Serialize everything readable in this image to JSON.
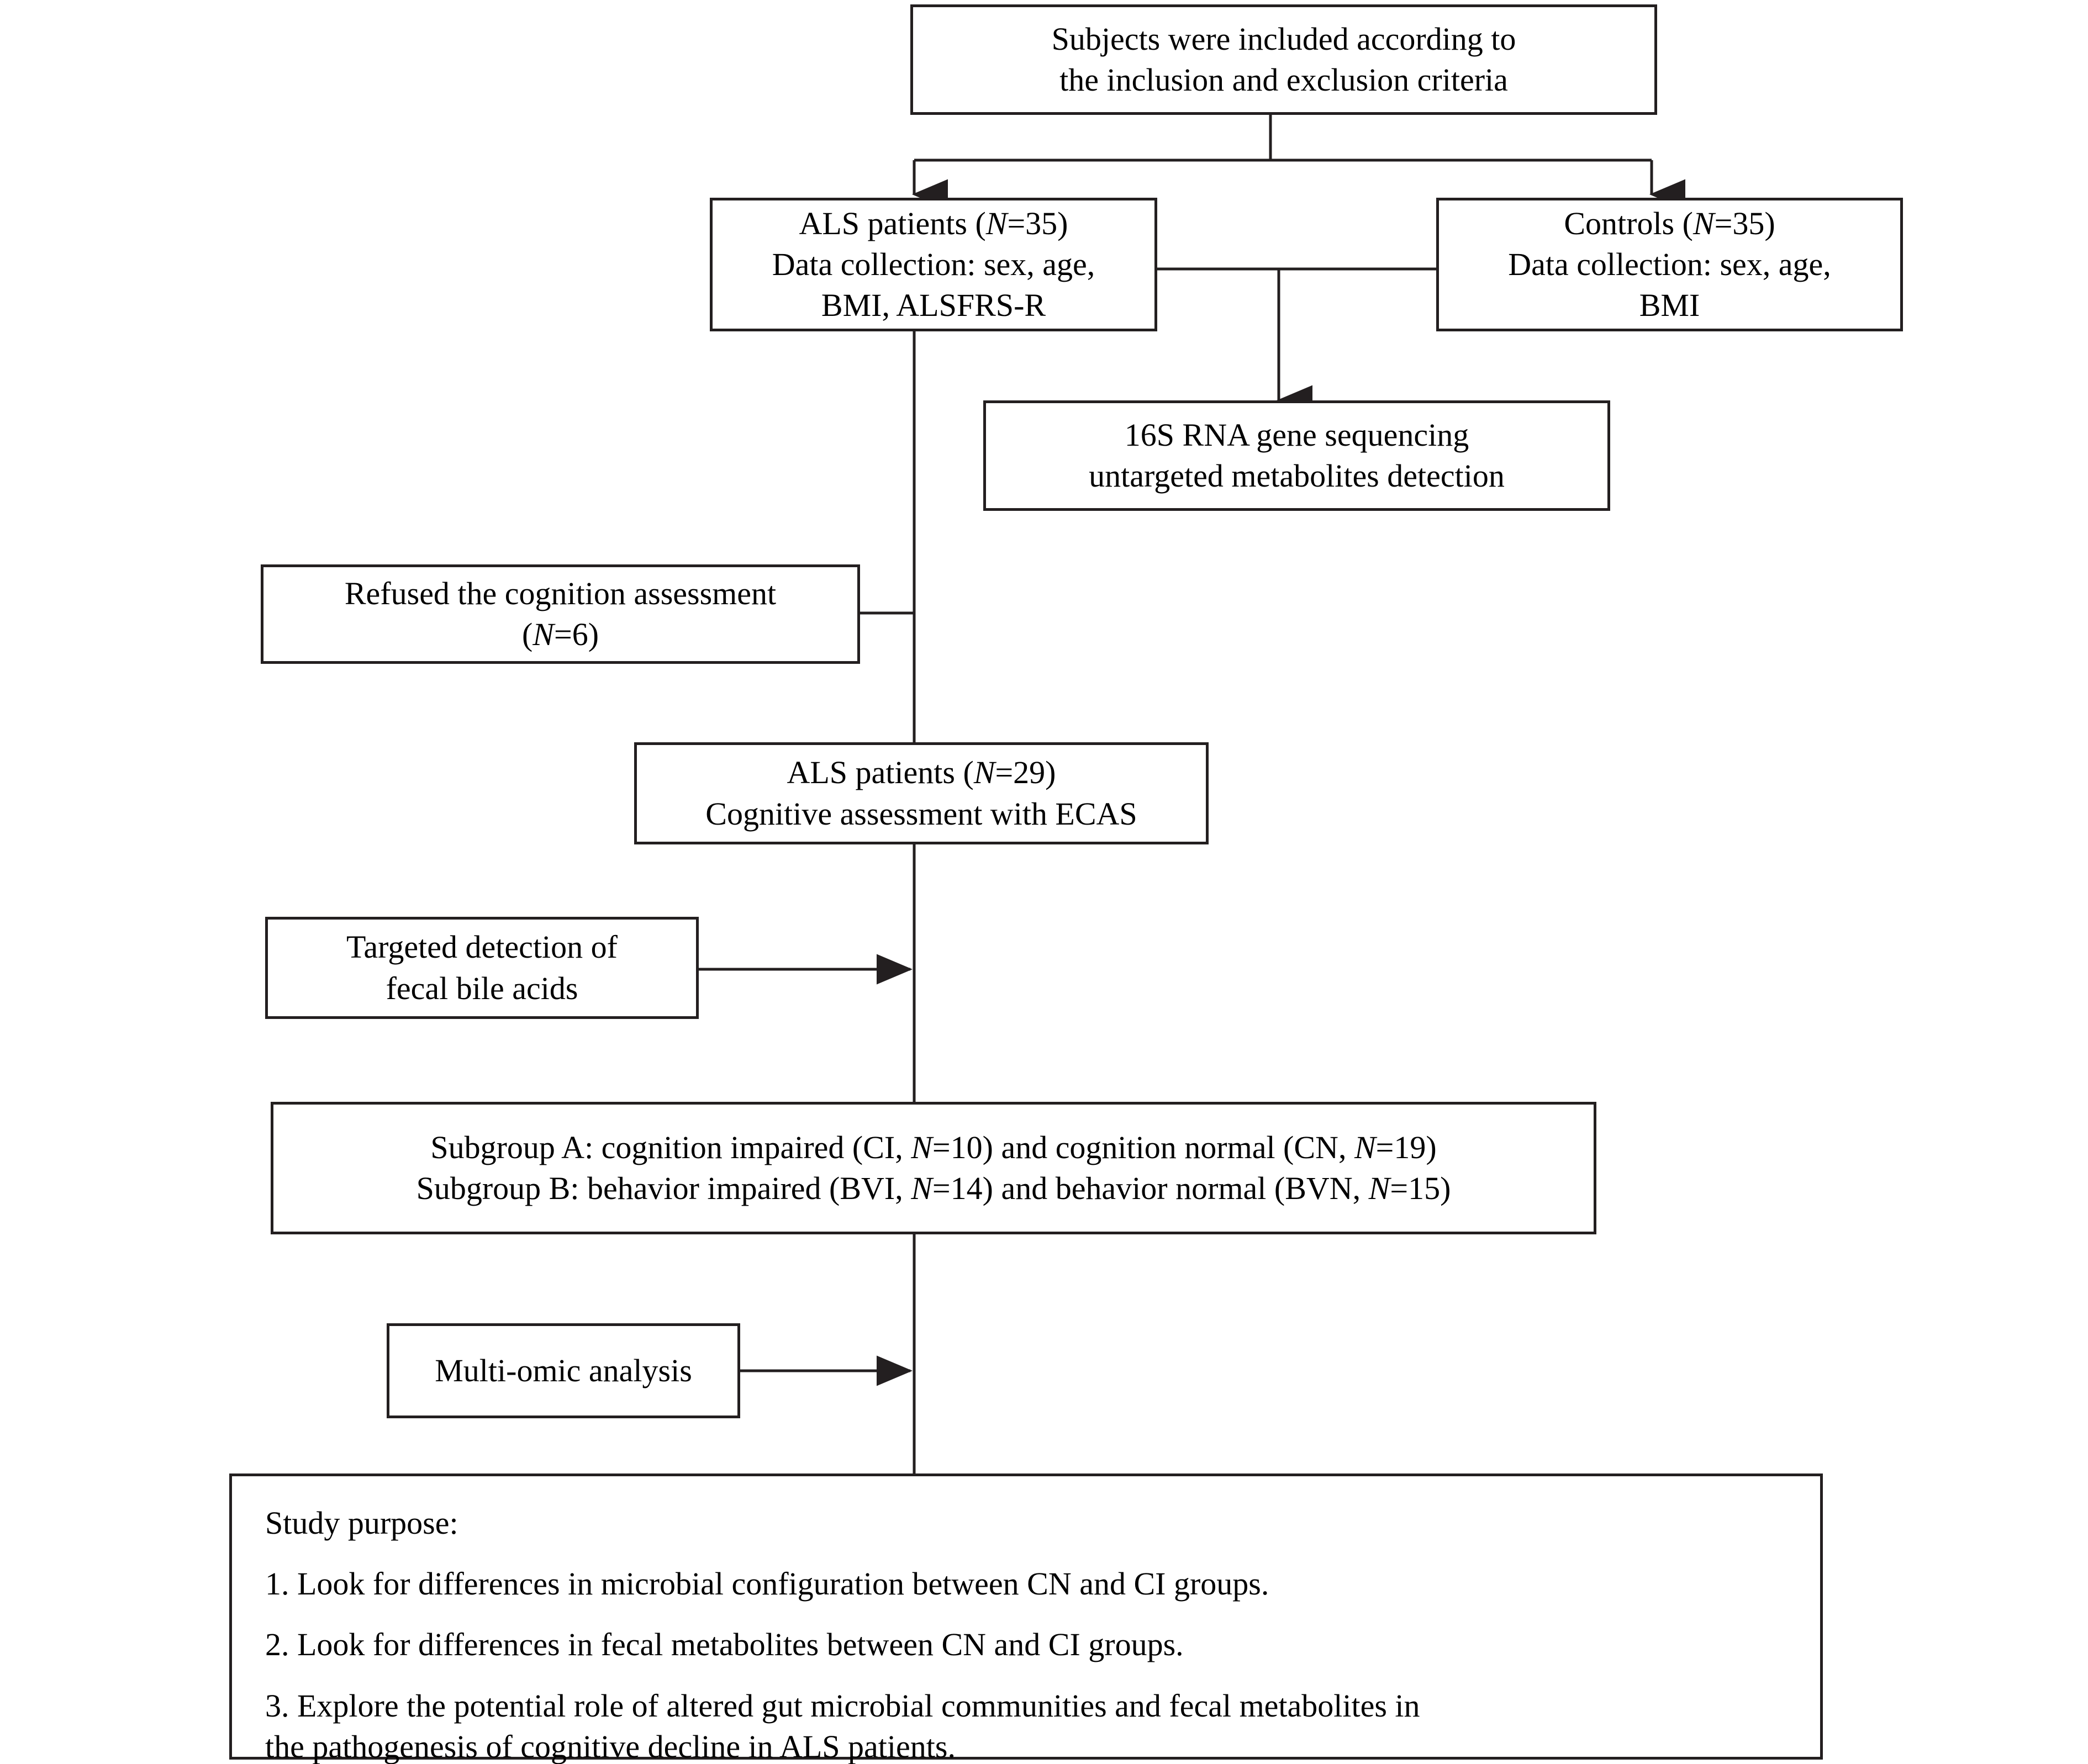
{
  "diagram": {
    "type": "study-flowchart",
    "stroke_color": "#231f20",
    "background": "#ffffff",
    "nodes": {
      "inclusion": {
        "name": "inclusion-criteria-box",
        "lines": [
          "Subjects were included according to",
          "the inclusion and exclusion criteria"
        ]
      },
      "als_patients": {
        "name": "als-patients-box",
        "lines": [
          "ALS patients (N=35)",
          "Data collection: sex, age,",
          "BMI, ALSFRS-R"
        ],
        "n": 35
      },
      "controls": {
        "name": "controls-box",
        "lines": [
          "Controls (N=35)",
          "Data collection: sex, age,",
          "BMI"
        ],
        "n": 35
      },
      "sequencing": {
        "name": "sequencing-box",
        "lines": [
          "16S RNA gene sequencing",
          "untargeted metabolites detection"
        ]
      },
      "refused": {
        "name": "refused-assessment-box",
        "lines": [
          "Refused the cognition assessment",
          "(N=6)"
        ],
        "n": 6
      },
      "als_29": {
        "name": "als-patients-ecas-box",
        "lines": [
          "ALS patients (N=29)",
          "Cognitive assessment with ECAS"
        ],
        "n": 29
      },
      "bile_acids": {
        "name": "targeted-bile-acid-box",
        "lines": [
          "Targeted detection of",
          "fecal bile acids"
        ]
      },
      "subgroups": {
        "name": "subgroups-box",
        "lines": [
          "Subgroup A: cognition impaired (CI, N=10) and cognition normal (CN, N=19)",
          "Subgroup B: behavior impaired (BVI, N=14) and behavior normal (BVN, N=15)"
        ],
        "counts": {
          "CI": 10,
          "CN": 19,
          "BVI": 14,
          "BVN": 15
        }
      },
      "multiomic": {
        "name": "multi-omic-analysis-box",
        "lines": [
          "Multi-omic analysis"
        ]
      },
      "purpose": {
        "name": "study-purpose-box",
        "heading": "Study purpose:",
        "items": [
          "1. Look for differences in microbial configuration between CN and CI groups.",
          "2. Look for differences in fecal metabolites between CN and CI groups.",
          "3. Explore the potential role of altered gut microbial communities and fecal metabolites in",
          "the pathogenesis of cognitive decline in ALS patients."
        ]
      }
    }
  }
}
